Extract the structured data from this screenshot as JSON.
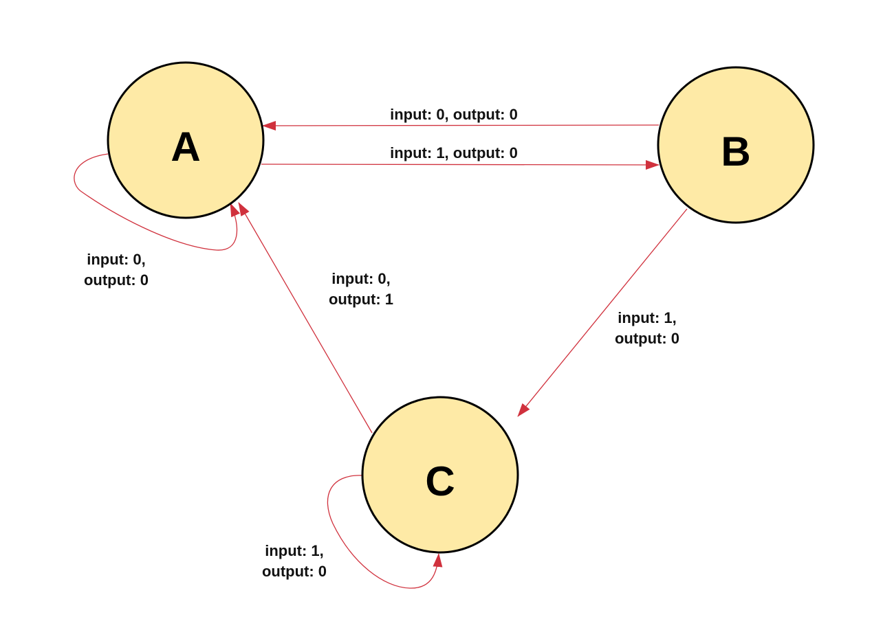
{
  "diagram": {
    "states": {
      "a": {
        "label": "A"
      },
      "b": {
        "label": "B"
      },
      "c": {
        "label": "C"
      }
    },
    "transitions": {
      "b_to_a": {
        "from": "B",
        "to": "A",
        "label": "input: 0, output: 0"
      },
      "a_to_b": {
        "from": "A",
        "to": "B",
        "label": "input: 1, output: 0"
      },
      "a_self": {
        "from": "A",
        "to": "A",
        "line1": "input: 0,",
        "line2": "output: 0"
      },
      "c_to_a": {
        "from": "C",
        "to": "A",
        "line1": "input: 0,",
        "line2": "output: 1"
      },
      "b_to_c": {
        "from": "B",
        "to": "C",
        "line1": "input: 1,",
        "line2": "output: 0"
      },
      "c_self": {
        "from": "C",
        "to": "C",
        "line1": "input: 1,",
        "line2": "output: 0"
      }
    },
    "colors": {
      "state_fill": "#feeaa6",
      "state_stroke": "#000000",
      "edge": "#d0313d"
    }
  }
}
